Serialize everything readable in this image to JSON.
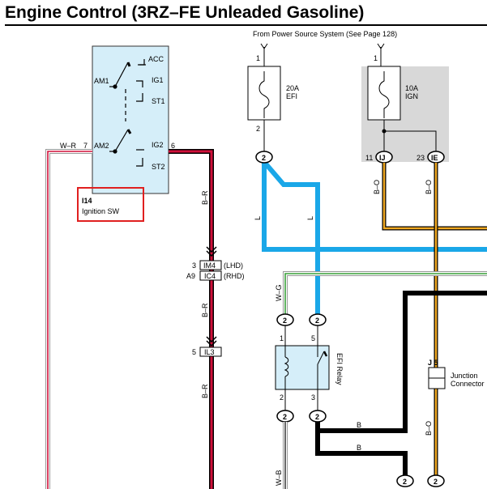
{
  "title": "Engine Control (3RZ–FE Unleaded Gasoline)",
  "power_source_note": "From Power Source System (See Page 128)",
  "ignition_switch": {
    "terminals": {
      "acc": "ACC",
      "ig1": "IG1",
      "st1": "ST1",
      "am1": "AM1",
      "am2": "AM2",
      "ig2": "IG2",
      "st2": "ST2"
    },
    "pin_am2": "7",
    "pin_ig2": "6",
    "code": "I14",
    "name": "Ignition SW"
  },
  "fuses": {
    "efi": {
      "amp": "20A",
      "name": "EFI",
      "pin_in": "1",
      "pin_out": "2"
    },
    "ign": {
      "amp": "10A",
      "name": "IGN",
      "pin_in": "1"
    }
  },
  "wire_colors": {
    "wr": "W–R",
    "br1": "B–R",
    "br2": "B–R",
    "br3": "B–R",
    "l1": "L",
    "l2": "L",
    "bo1": "B–O",
    "bo2": "B–O",
    "bo3": "B–O",
    "wg": "W–G",
    "b1": "B",
    "b2": "B",
    "wb": "W–B"
  },
  "connectors": {
    "im4": {
      "pin": "3",
      "label": "IM4",
      "note": "(LHD)"
    },
    "ic4": {
      "pin": "A9",
      "label": "IC4",
      "note": "(RHD)"
    },
    "il3": {
      "pin": "5",
      "label": "IL3"
    },
    "ij": {
      "pin": "11",
      "label": "IJ"
    },
    "ie": {
      "pin": "23",
      "label": "IE"
    }
  },
  "junction_connector": {
    "code": "J 5",
    "line1": "Junction",
    "line2": "Connector"
  },
  "efi_relay": {
    "name": "EFI Relay",
    "pin1": "1",
    "pin5": "5",
    "pin2": "2",
    "pin3": "3"
  },
  "splice_marks": {
    "efi_out": "2",
    "relay_top_left": "2",
    "relay_top_right": "2",
    "relay_bot_left": "2",
    "relay_bot_right": "2",
    "bottom_mid": "2",
    "bottom_right": "2"
  },
  "colors": {
    "blue_wire": "#1aa7e8",
    "red_wire": "#d0103a",
    "orange_wire": "#f0a820",
    "green_wire": "#3aa03a",
    "switch_fill": "#d5eef9",
    "highlight": "#e02020",
    "ign_box": "#d8d8d8"
  }
}
